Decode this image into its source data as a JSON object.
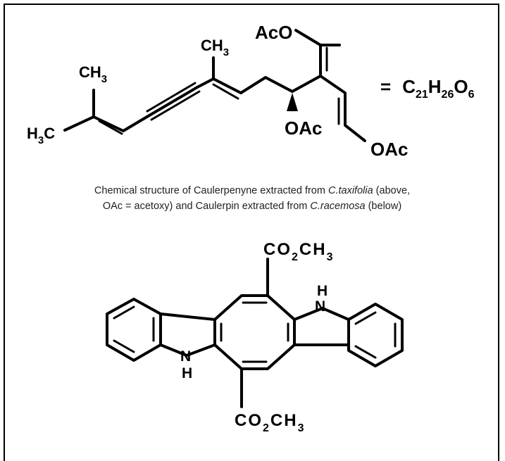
{
  "caulerpenyne": {
    "formula": {
      "equals": "=",
      "c": "C",
      "c_n": "21",
      "h": "H",
      "h_n": "26",
      "o": "O",
      "o_n": "6"
    },
    "labels": {
      "ch3_left_top": "CH",
      "ch3_left_top_sub": "3",
      "h3c_left": "H",
      "h3c_left_sub": "3",
      "h3c_left_c": "C",
      "ch3_mid": "CH",
      "ch3_mid_sub": "3",
      "aco_top": "AcO",
      "oac_bottom_left": "OAc",
      "oac_bottom_right": "OAc"
    }
  },
  "caption": {
    "line1_prefix": "Chemical structure of Caulerpenyne extracted from ",
    "line1_species": "C.taxifolia",
    "line1_suffix": " (above,",
    "line2_prefix": "OAc = acetoxy) and Caulerpin extracted from ",
    "line2_species": "C.racemosa",
    "line2_suffix": " (below)"
  },
  "caulerpin": {
    "labels": {
      "ester_top": "CO",
      "ester_top_sub": "2",
      "ester_top_tail": "CH",
      "ester_top_tail_sub": "3",
      "nh_right_h": "H",
      "nh_right_n": "N",
      "nh_left_n": "N",
      "nh_left_h": "H",
      "ester_bottom": "CO",
      "ester_bottom_sub": "2",
      "ester_bottom_tail": "CH",
      "ester_bottom_tail_sub": "3"
    }
  }
}
